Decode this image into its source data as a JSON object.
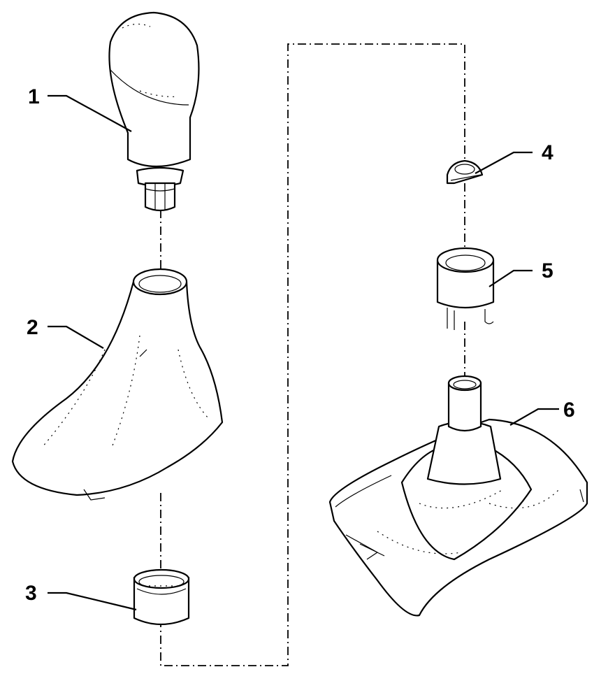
{
  "callouts": [
    {
      "number": "1",
      "part": "gear-knob"
    },
    {
      "number": "2",
      "part": "shift-boot"
    },
    {
      "number": "3",
      "part": "clamping-ring"
    },
    {
      "number": "4",
      "part": "retaining-clip"
    },
    {
      "number": "5",
      "part": "adapter-sleeve"
    },
    {
      "number": "6",
      "part": "inner-boot-base"
    }
  ]
}
